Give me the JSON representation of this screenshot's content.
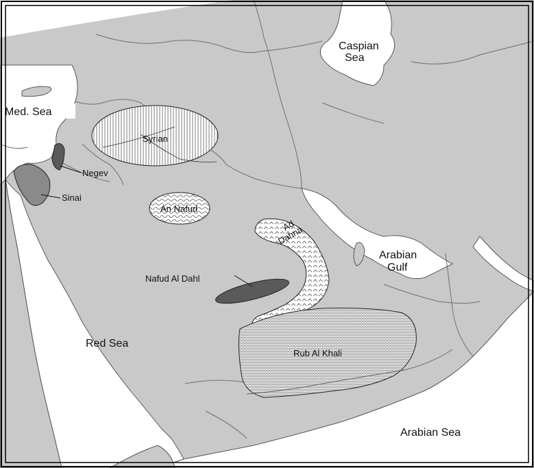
{
  "map": {
    "water_labels": {
      "caspian_line1": "Caspian",
      "caspian_line2": "Sea",
      "med_sea": "Med. Sea",
      "arabian_gulf_line1": "Arabian",
      "arabian_gulf_line2": "Gulf",
      "red_sea": "Red Sea",
      "arabian_sea": "Arabian Sea"
    },
    "desert_labels": {
      "syrian": "Syrian",
      "negev": "Negev",
      "sinai": "Sinai",
      "an_nafud": "An Nafud",
      "ad_dahna_line1": "Ad",
      "ad_dahna_line2": "Dahna",
      "nafud_al_dahl": "Nafud Al Dahl",
      "rub_al_khali": "Rub Al Khali"
    },
    "colors": {
      "land": "#c9c9c9",
      "water": "#ffffff",
      "border": "#6e6e6e",
      "dark_desert": "#5a5a5a",
      "frame": "#000000"
    }
  }
}
